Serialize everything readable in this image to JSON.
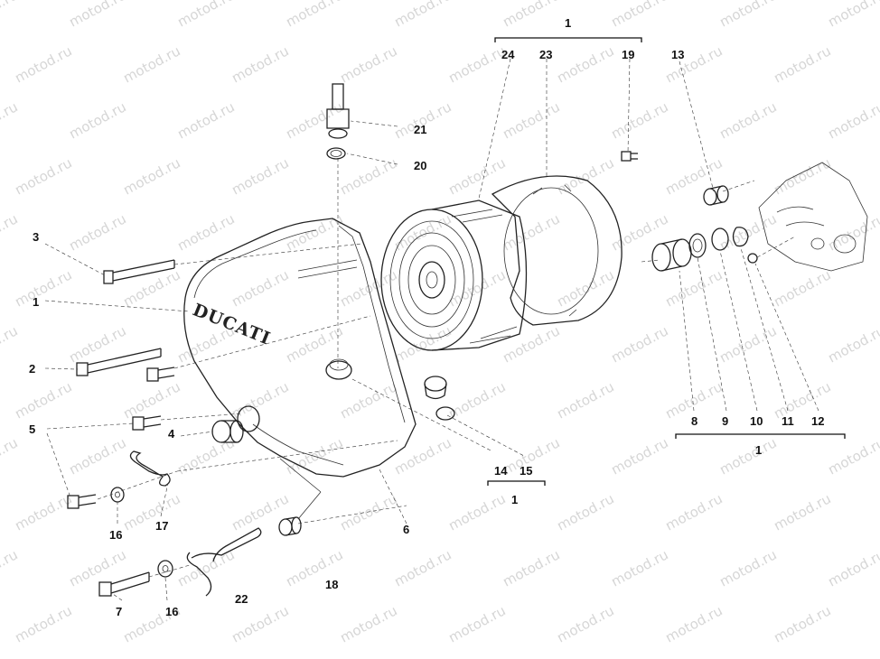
{
  "watermark": "motod.ru",
  "logo_text": "DUCATI",
  "labels": {
    "c1_top": "1",
    "c24": "24",
    "c23": "23",
    "c19": "19",
    "c13": "13",
    "c21": "21",
    "c20": "20",
    "c3": "3",
    "c1_left": "1",
    "c2": "2",
    "c5": "5",
    "c4": "4",
    "c16a": "16",
    "c17": "17",
    "c7": "7",
    "c16b": "16",
    "c22": "22",
    "c18": "18",
    "c6": "6",
    "c14": "14",
    "c15": "15",
    "c1_mid": "1",
    "c8": "8",
    "c9": "9",
    "c10": "10",
    "c11": "11",
    "c12": "12",
    "c1_right": "1"
  }
}
